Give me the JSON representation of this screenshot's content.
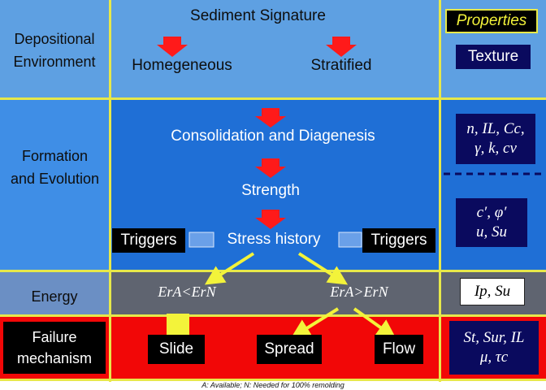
{
  "header": {
    "sediment_signature": "Sediment Signature",
    "properties": "Properties"
  },
  "rows": {
    "depositional": "Depositional Environment",
    "formation": "Formation and Evolution",
    "energy": "Energy",
    "failure": "Failure mechanism"
  },
  "nodes": {
    "homogeneous": "Homegeneous",
    "stratified": "Stratified",
    "consolidation": "Consolidation and Diagenesis",
    "strength": "Strength",
    "stress_history": "Stress history",
    "trigger_left": "Triggers",
    "trigger_right": "Triggers",
    "energy_low": "ErA<ErN",
    "energy_high": "ErA>ErN",
    "slide": "Slide",
    "spread": "Spread",
    "flow": "Flow"
  },
  "properties": {
    "texture": "Texture",
    "index_line1": "n, IL, Cc,",
    "index_line2": "γ, k, cv",
    "strength_line1": "c′, φ′",
    "strength_line2": "u, Su",
    "energy_line": "Ip, Su",
    "failure_line1": "St, Sur, IL",
    "failure_line2": "μ, τc"
  },
  "footnote": "A: Available; N: Needed for 100% remolding",
  "colors": {
    "depositional_band": "#5ea0e2",
    "formation_band": "#1f6fd6",
    "energy_band": "#5f6470",
    "failure_band": "#f20707",
    "grid_lines": "#e7e84a",
    "arrow_red": "#ff1a1a",
    "arrow_yellow": "#f3f33a"
  }
}
